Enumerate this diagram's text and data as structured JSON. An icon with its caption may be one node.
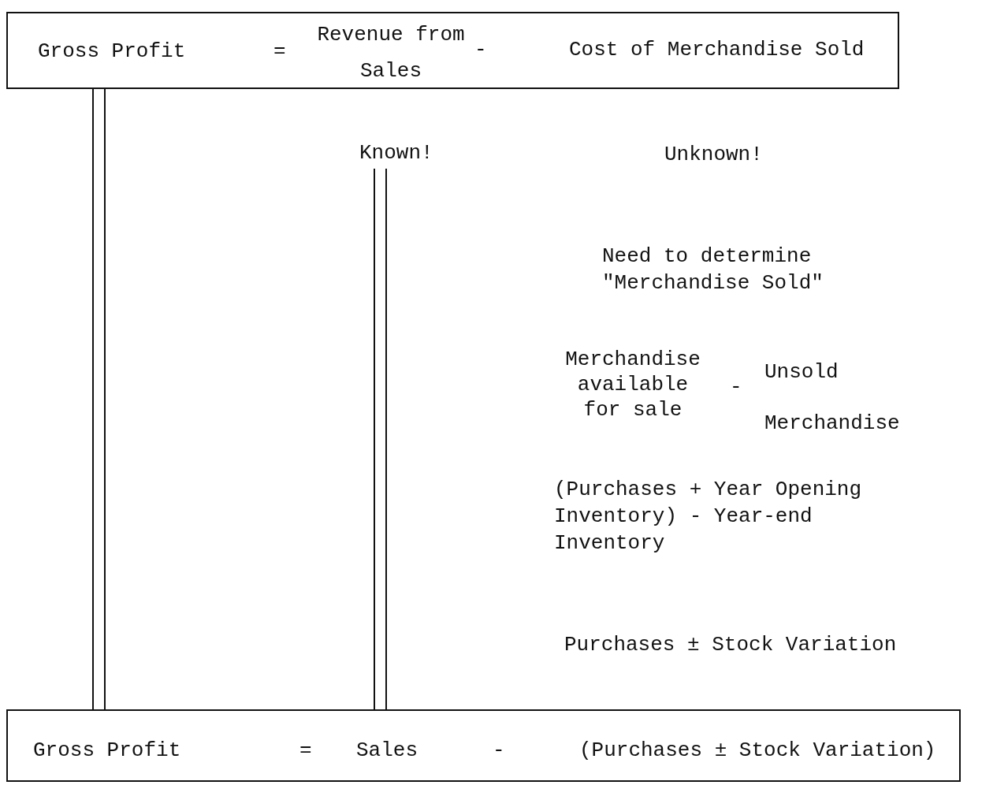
{
  "diagram": {
    "nodes": [
      {
        "text": [
          "Gross Profit",
          "=",
          "Revenue from Sales",
          "-",
          "Cost of Merchandise Sold"
        ]
      },
      {
        "text": [
          "Known!"
        ]
      },
      {
        "text": [
          "Gross Profit",
          "=",
          "Sales",
          "-",
          "(Purchases ± Stock Variation)"
        ]
      }
    ],
    "edges": [
      {
        "from": 0,
        "to": 2,
        "arrow": "none"
      },
      {
        "from": 1,
        "to": 2,
        "arrow": "none"
      }
    ],
    "labels": [
      "Unknown!",
      "Need to determine \"Merchandise Sold\"",
      "Merchandise available for sale",
      "-",
      "Unsold Merchandise",
      "(Purchases + Year Opening Inventory) - Year-end Inventory",
      "Purchases ± Stock Variation"
    ]
  }
}
